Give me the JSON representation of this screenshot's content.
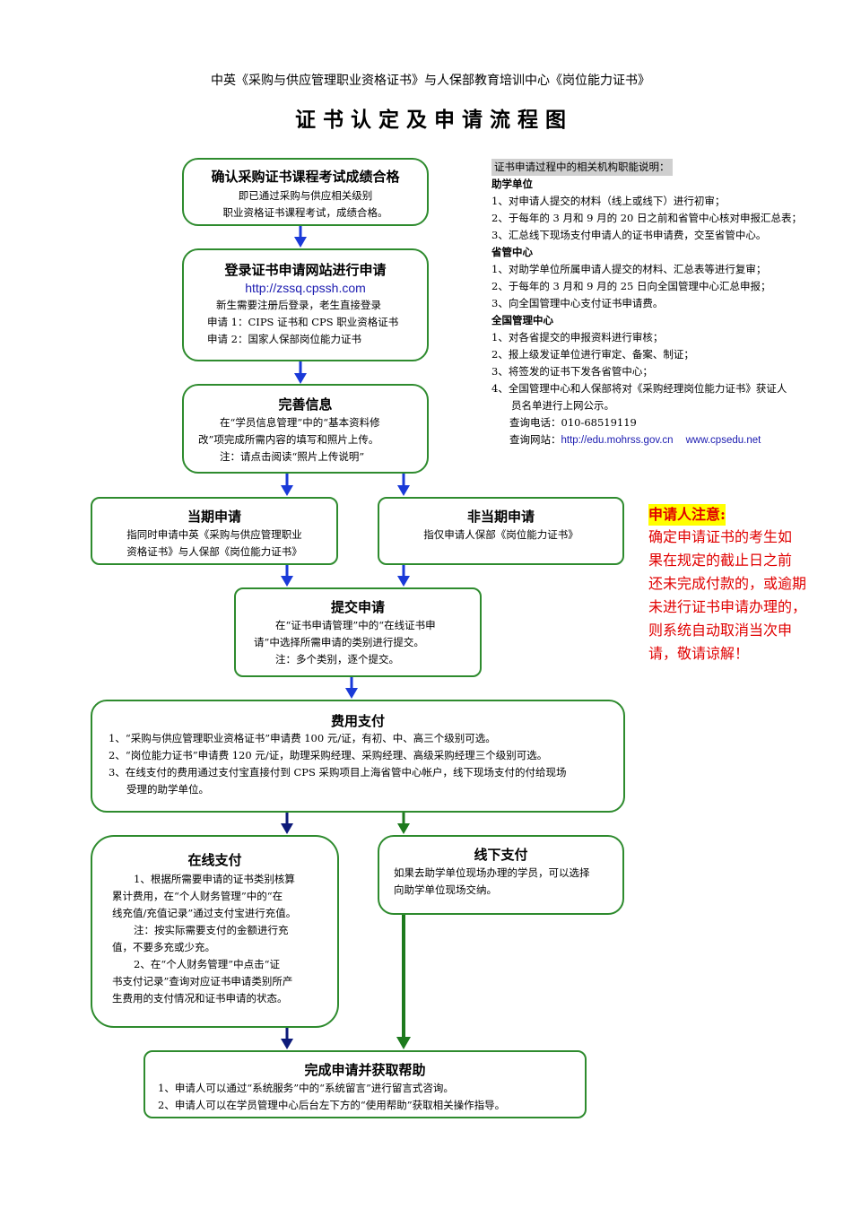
{
  "header": {
    "subtitle": "中英《采购与供应管理职业资格证书》与人保部教育培训中心《岗位能力证书》",
    "title": "证 书 认 定 及 申 请 流 程 图"
  },
  "steps": {
    "confirm": {
      "title": "确认采购证书课程考试成绩合格",
      "lines": [
        "即已通过采购与供应相关级别",
        "职业资格证书课程考试，成绩合格。"
      ]
    },
    "login": {
      "title": "登录证书申请网站进行申请",
      "url": "http://zssq.cpssh.com",
      "lines": [
        "新生需要注册后登录，老生直接登录",
        "申请 1：CIPS 证书和 CPS 职业资格证书",
        "申请 2：国家人保部岗位能力证书"
      ]
    },
    "info": {
      "title": "完善信息",
      "lines": [
        "在“学员信息管理”中的“基本资料修",
        "改”项完成所需内容的填写和照片上传。",
        "注：请点击阅读“照片上传说明”"
      ]
    },
    "current": {
      "title": "当期申请",
      "lines": [
        "指同时申请中英《采购与供应管理职业",
        "资格证书》与人保部《岗位能力证书》"
      ]
    },
    "noncurrent": {
      "title": "非当期申请",
      "lines": [
        "指仅申请人保部《岗位能力证书》"
      ]
    },
    "submit": {
      "title": "提交申请",
      "lines": [
        "在“证书申请管理”中的“在线证书申",
        "请”中选择所需申请的类别进行提交。",
        "注：多个类别，逐个提交。"
      ]
    },
    "payment": {
      "title": "费用支付",
      "lines": [
        "1、“采购与供应管理职业资格证书”申请费 100 元/证，有初、中、高三个级别可选。",
        "2、“岗位能力证书”申请费 120 元/证，助理采购经理、采购经理、高级采购经理三个级别可选。",
        "3、在线支付的费用通过支付宝直接付到 CPS 采购项目上海省管中心帐户，线下现场支付的付给现场",
        "受理的助学单位。"
      ]
    },
    "online": {
      "title": "在线支付",
      "lines": [
        "1、根据所需要申请的证书类别核算",
        "累计费用，在“个人财务管理”中的“在",
        "线充值/充值记录”通过支付宝进行充值。",
        "注：按实际需要支付的金额进行充",
        "值，不要多充或少充。",
        "2、在“个人财务管理”中点击“证",
        "书支付记录”查询对应证书申请类别所产",
        "生费用的支付情况和证书申请的状态。"
      ]
    },
    "offline": {
      "title": "线下支付",
      "lines": [
        "如果去助学单位现场办理的学员，可以选择",
        "向助学单位现场交纳。"
      ]
    },
    "finish": {
      "title": "完成申请并获取帮助",
      "lines": [
        "1、申请人可以通过“系统服务”中的“系统留言”进行留言式咨询。",
        "2、申请人可以在学员管理中心后台左下方的“使用帮助”获取相关操作指导。"
      ]
    }
  },
  "roles": {
    "heading": "证书申请过程中的相关机构职能说明：",
    "school": {
      "name": "助学单位",
      "items": [
        "1、对申请人提交的材料（线上或线下）进行初审；",
        "2、于每年的 3 月和 9 月的 20 日之前和省管中心核对申报汇总表；",
        "3、汇总线下现场支付申请人的证书申请费，交至省管中心。"
      ]
    },
    "province": {
      "name": "省管中心",
      "items": [
        "1、对助学单位所属申请人提交的材料、汇总表等进行复审；",
        "2、于每年的 3 月和 9 月的 25 日向全国管理中心汇总申报；",
        "3、向全国管理中心支付证书申请费。"
      ]
    },
    "national": {
      "name": "全国管理中心",
      "items": [
        "1、对各省提交的申报资料进行审核；",
        "2、报上级发证单位进行审定、备案、制证；",
        "3、将签发的证书下发各省管中心；",
        "4、全国管理中心和人保部将对《采购经理岗位能力证书》获证人",
        "员名单进行上网公示。"
      ]
    },
    "phone_label": "查询电话：",
    "phone": "010-68519119",
    "web_label": "查询网站：",
    "web1": "http://edu.mohrss.gov.cn",
    "web2": "www.cpsedu.net"
  },
  "notice": {
    "title": "申请人注意:",
    "lines": [
      "确定申请证书的考生如",
      "果在规定的截止日之前",
      "还未完成付款的，或逾期",
      "未进行证书申请办理的，",
      "则系统自动取消当次申",
      "请，敬请谅解！"
    ]
  },
  "colors": {
    "box_border": "#2e8b2e",
    "arrow_blue": "#1a3ad8",
    "arrow_navy": "#0d1a7a",
    "arrow_green": "#1d7a1d",
    "notice_red": "#e00000",
    "notice_highlight": "#ffff00",
    "heading_highlight": "#cfcfcf",
    "link_blue": "#1a1ab0"
  }
}
